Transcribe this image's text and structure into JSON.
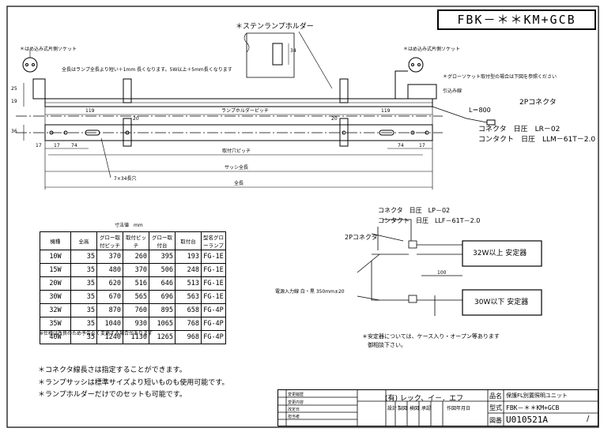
{
  "title": "FBK－＊＊KM+GCB",
  "labels": {
    "holder_top": "＊ステンランプホルダー",
    "socket_left": "＊はめ込み式片側ソケット",
    "socket_right": "＊はめ込み式片側ソケット",
    "lamp_note": "全長はランプ全長より短い＋1mm 長くなります。5W以上＋5mm長くなります",
    "connector_note": "＊グローソケット取付型の場合は下図を参照ください",
    "pull_in": "引込み線",
    "l_len": "L＝800",
    "two_p_connector": "2Pコネクタ",
    "connector_hitachi": "コネクタ　日圧　LR－02",
    "contact_hitachi": "コンタクト　日圧　LLM－61T－2.0",
    "holder_pitch": "ランプホルダーピッチ",
    "mount_pitch": "取付穴ピッチ",
    "sash_len": "サッシ全長",
    "overall": "全長",
    "slot": "7×34長穴",
    "dim_119_l": "119",
    "dim_119_r": "119",
    "dim_20_l": "20",
    "dim_20_r": "20",
    "dim_17a": "17",
    "dim_74": "74",
    "dim_17b": "17",
    "dim_74_r": "74",
    "dim_17_r": "17",
    "dim_34": "34",
    "dim_25": "25",
    "dim_19": "19",
    "dim_36": "36",
    "dim_100": "100",
    "b_connector": "コネクタ　日圧　LP－02",
    "b_contact": "コンタクト　日圧　LLF－61T－2.0",
    "b_2p": "2Pコネクタ",
    "ballast_up": "32W以上 安定器",
    "ballast_down": "30W以下 安定器",
    "lead_len": "電源入力線 白・黒 350mm±20",
    "ballast_note_1": "＊安定器については、ケース入り・オープン等あります",
    "ballast_note_2": "　御相談下さい。"
  },
  "spec_table": {
    "unit_label": "寸法値　mm",
    "headers": [
      "機種",
      "全高",
      "グロー取付ピッチ",
      "取付ピッチ",
      "グロー取付台",
      "取付台",
      "型名グローランプ"
    ],
    "rows": [
      [
        "10W",
        "35",
        "370",
        "260",
        "395",
        "193",
        "FG-1E"
      ],
      [
        "15W",
        "35",
        "480",
        "370",
        "506",
        "248",
        "FG-1E"
      ],
      [
        "20W",
        "35",
        "620",
        "516",
        "646",
        "513",
        "FG-1E"
      ],
      [
        "30W",
        "35",
        "670",
        "565",
        "696",
        "563",
        "FG-1E"
      ],
      [
        "32W",
        "35",
        "870",
        "760",
        "895",
        "658",
        "FG-4P"
      ],
      [
        "35W",
        "35",
        "1040",
        "930",
        "1065",
        "768",
        "FG-4P"
      ],
      [
        "40W",
        "35",
        "1240",
        "1130",
        "1265",
        "968",
        "FG-4P"
      ]
    ],
    "footnote": "※仕様は改良のため予告なく変更する場合があります"
  },
  "notes": [
    "＊コネクタ線長さは指定することができます。",
    "＊ランプサッシは標準サイズより短いものも使用可能です。",
    "＊ランプホルダーだけでのセットも可能です。"
  ],
  "titleblock": {
    "company": "(有) レック、イ－．エフ",
    "name_label": "品名",
    "name_value": "保護FL別置照明ユニット",
    "model_label": "型式",
    "model_value": "FBK－＊＊KM+GCB",
    "drawing_label": "図番",
    "drawing_value": "U010521A",
    "sheet": "/",
    "row_labels": [
      "設計",
      "製図",
      "検図",
      "承認",
      "作図年月日"
    ],
    "side_labels": [
      "変更履歴",
      "変更内容",
      "改定日",
      "担当者"
    ]
  }
}
